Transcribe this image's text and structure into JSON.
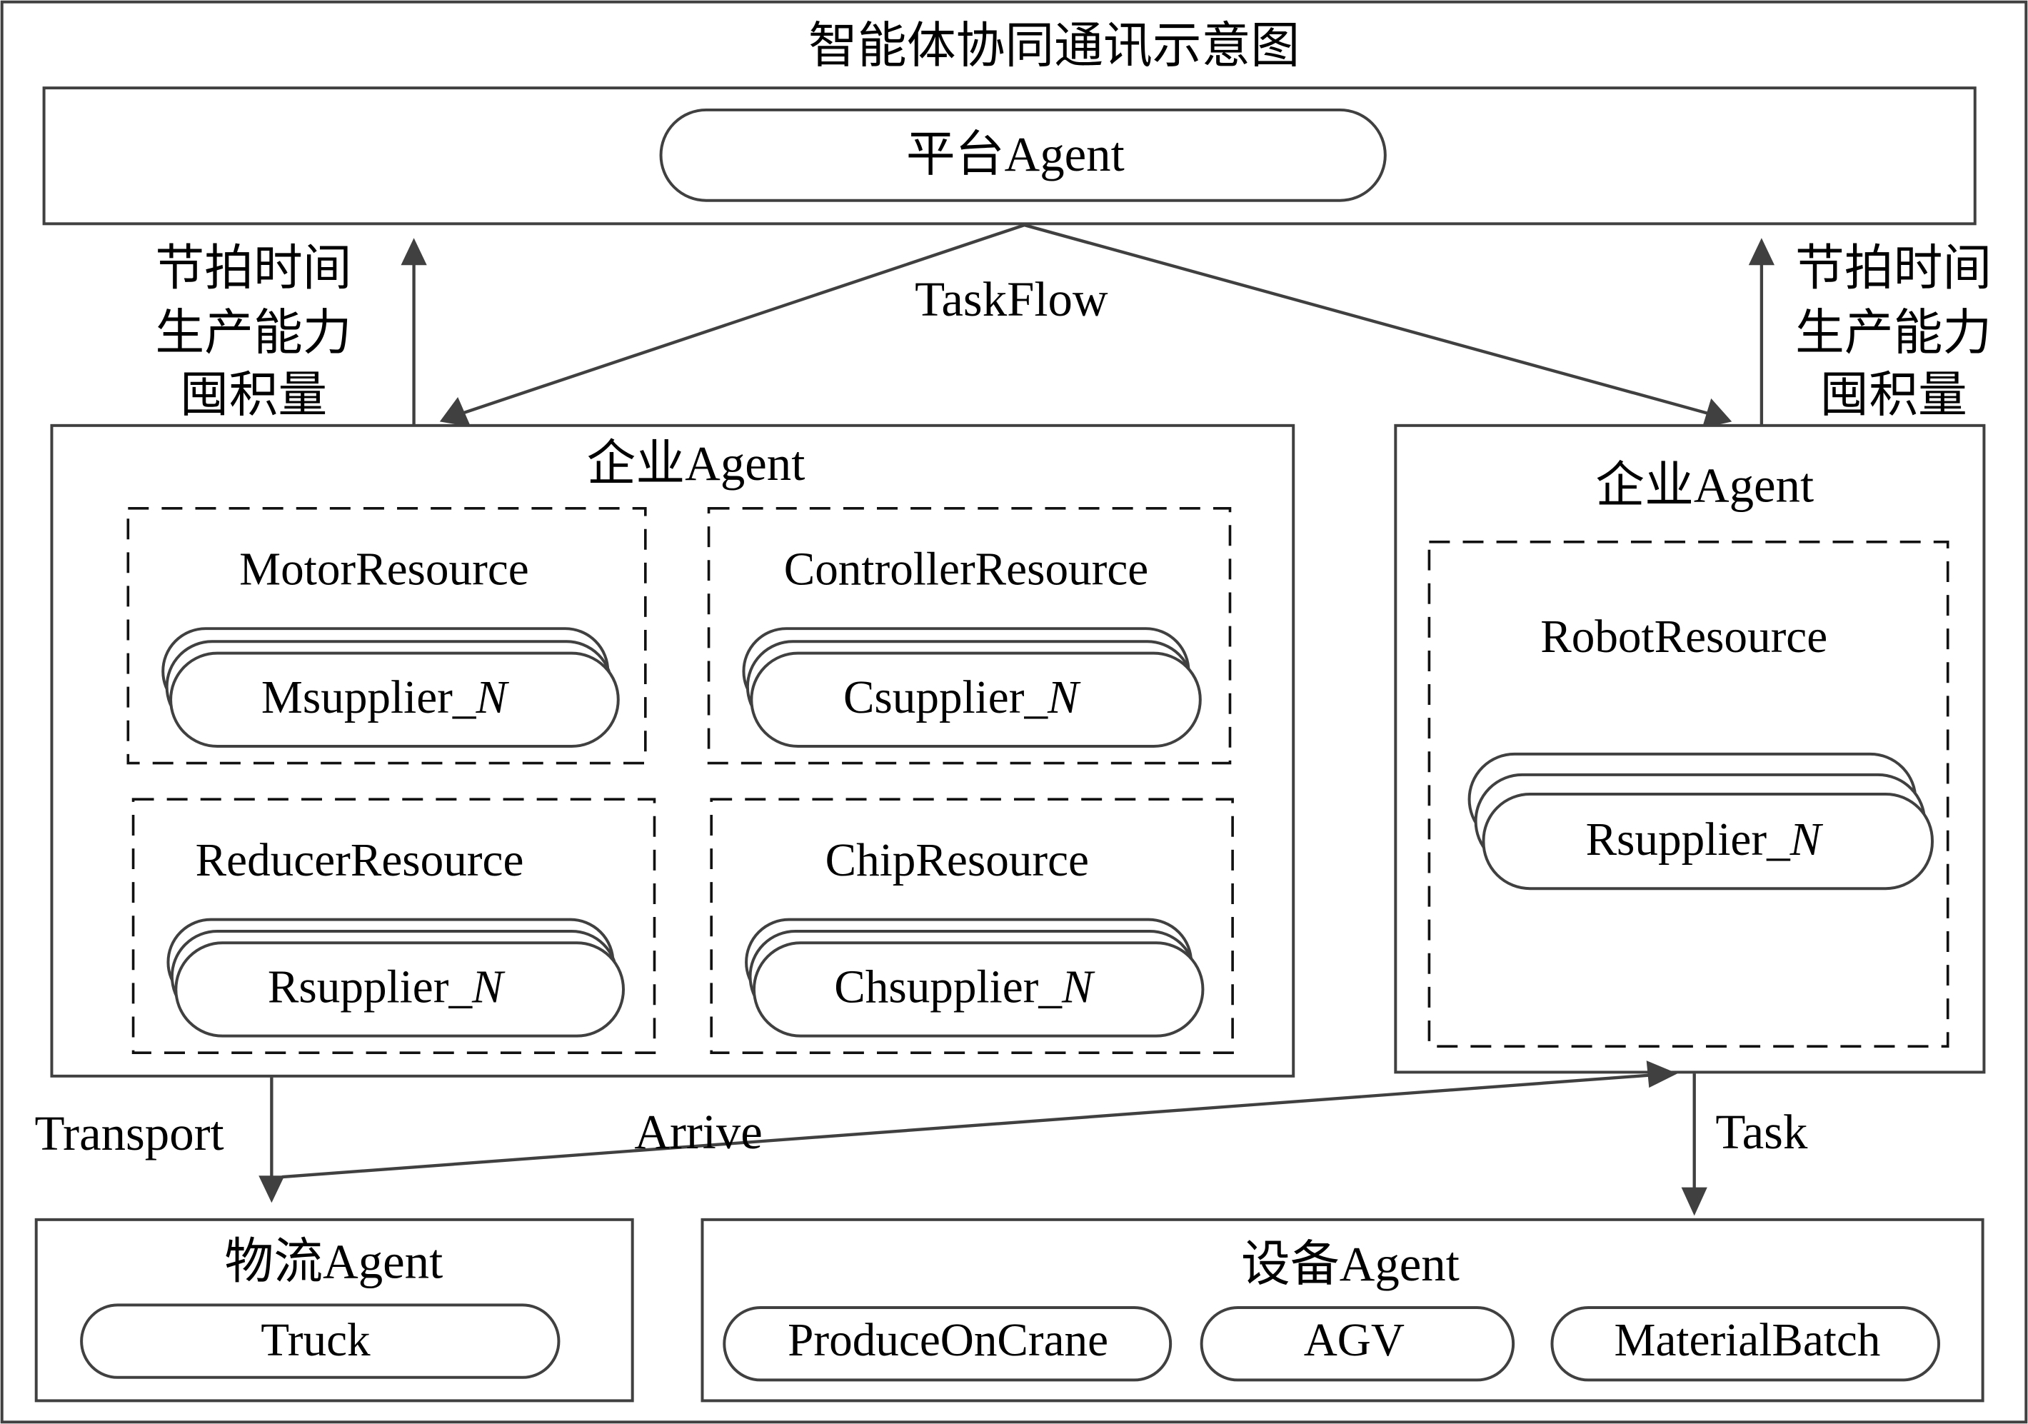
{
  "title": "智能体协同通讯示意图",
  "platform": {
    "label": "平台Agent"
  },
  "edges": {
    "taskflow": "TaskFlow",
    "transport": "Transport",
    "arrive": "Arrive",
    "task": "Task"
  },
  "feedback_left": [
    "节拍时间",
    "生产能力",
    "囤积量"
  ],
  "feedback_right": [
    "节拍时间",
    "生产能力",
    "囤积量"
  ],
  "enterprise_left": {
    "label": "企业Agent",
    "resources": [
      {
        "name": "MotorResource",
        "supplier_prefix": "Msupplier_",
        "supplier_suffix": "N"
      },
      {
        "name": "ControllerResource",
        "supplier_prefix": "Csupplier_",
        "supplier_suffix": "N"
      },
      {
        "name": "ReducerResource",
        "supplier_prefix": "Rsupplier_",
        "supplier_suffix": "N"
      },
      {
        "name": "ChipResource",
        "supplier_prefix": "Chsupplier_",
        "supplier_suffix": "N"
      }
    ]
  },
  "enterprise_right": {
    "label": "企业Agent",
    "resource": {
      "name": "RobotResource",
      "supplier_prefix": "Rsupplier_",
      "supplier_suffix": "N"
    }
  },
  "logistics": {
    "label": "物流Agent",
    "items": [
      "Truck"
    ]
  },
  "equipment": {
    "label": "设备Agent",
    "items": [
      "ProduceOnCrane",
      "AGV",
      "MaterialBatch"
    ]
  }
}
